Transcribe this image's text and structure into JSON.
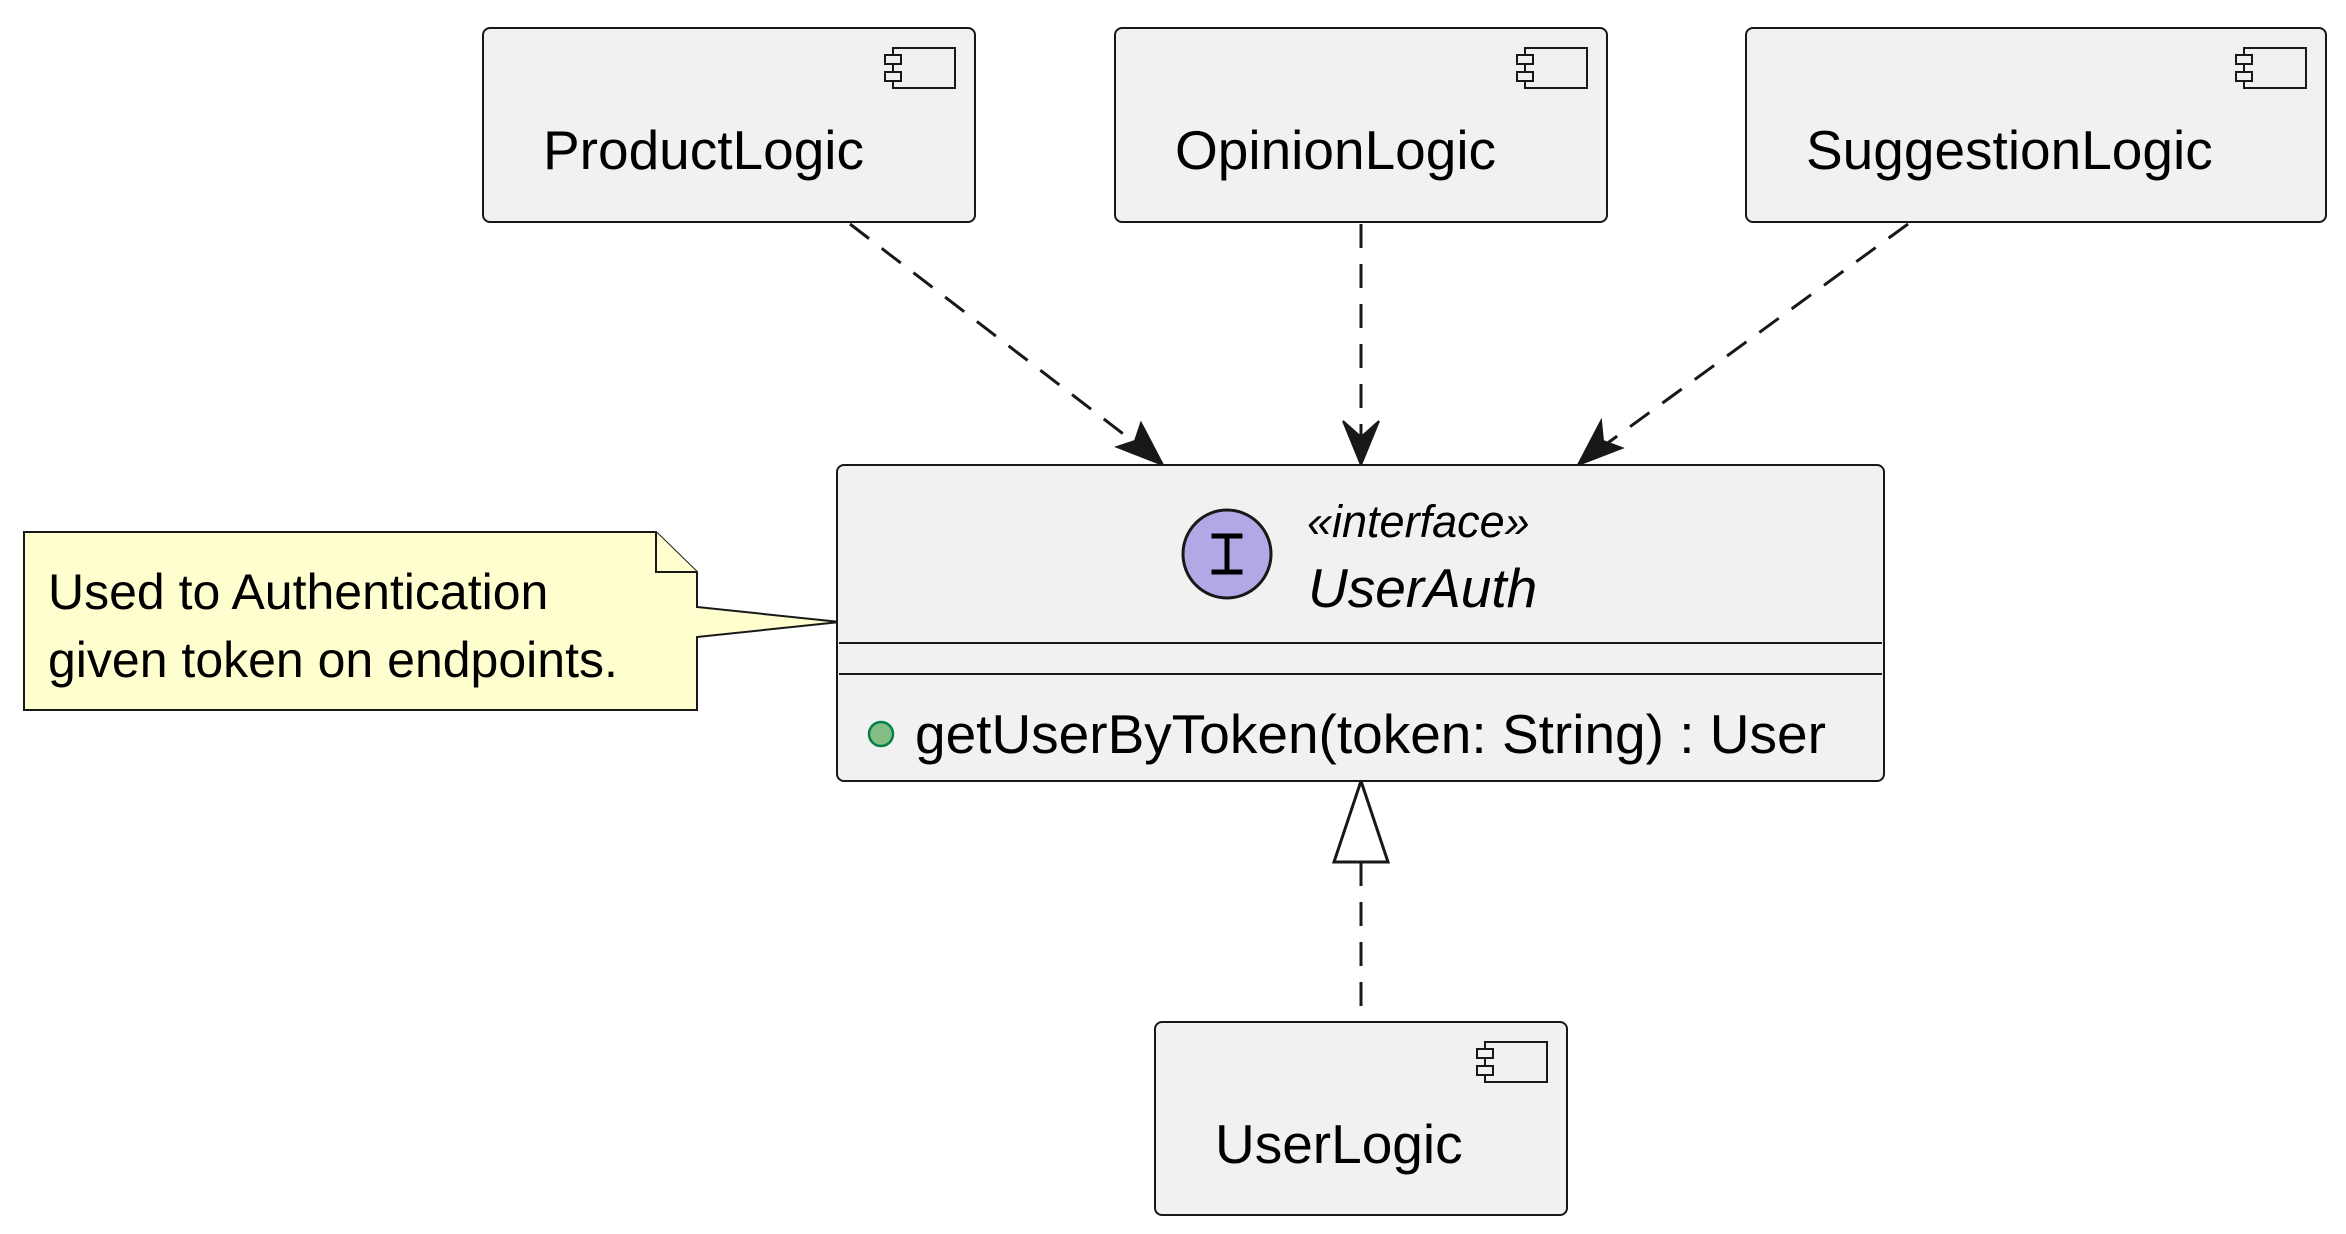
{
  "components": {
    "product_logic": {
      "label": "ProductLogic",
      "icon": "component-icon"
    },
    "opinion_logic": {
      "label": "OpinionLogic",
      "icon": "component-icon"
    },
    "suggestion_logic": {
      "label": "SuggestionLogic",
      "icon": "component-icon"
    },
    "user_logic": {
      "label": "UserLogic",
      "icon": "component-icon"
    }
  },
  "interface": {
    "badge_letter": "I",
    "stereotype": "«interface»",
    "name": "UserAuth",
    "method_visibility": "public",
    "method": "getUserByToken(token: String) : User"
  },
  "note": {
    "lines": [
      "Used to Authentication",
      "given token on endpoints."
    ]
  },
  "relations": [
    {
      "from": "ProductLogic",
      "to": "UserAuth",
      "type": "dependency"
    },
    {
      "from": "OpinionLogic",
      "to": "UserAuth",
      "type": "dependency"
    },
    {
      "from": "SuggestionLogic",
      "to": "UserAuth",
      "type": "dependency"
    },
    {
      "from": "UserLogic",
      "to": "UserAuth",
      "type": "realization"
    }
  ],
  "colors": {
    "box_fill": "#f1f1f1",
    "border": "#181818",
    "note_fill": "#fefece",
    "interface_badge": "#b4a7e5",
    "public_visibility": "#84be84"
  }
}
